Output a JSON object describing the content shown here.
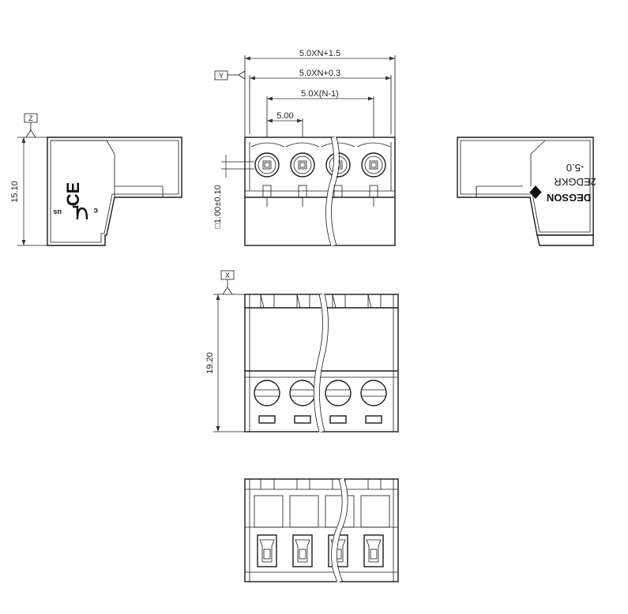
{
  "dimensions": {
    "overall_width": "5.0XN+1.5",
    "inner_width": "5.0XN+0.3",
    "pitch_span": "5.0X(N-1)",
    "pitch": "5.00",
    "height_side": "15.10",
    "pin_size": "□1.00±0.10",
    "height_front": "19.20"
  },
  "datums": {
    "x": "X",
    "y": "Y",
    "z": "Z"
  },
  "markings": {
    "ce": "CE",
    "ul_c": "c",
    "ul_us": "us",
    "brand": "DEGSON",
    "part_number": "2EDGKR",
    "pitch_code": "-5.0"
  },
  "colors": {
    "line": "#1a1a1a",
    "background": "#ffffff"
  }
}
